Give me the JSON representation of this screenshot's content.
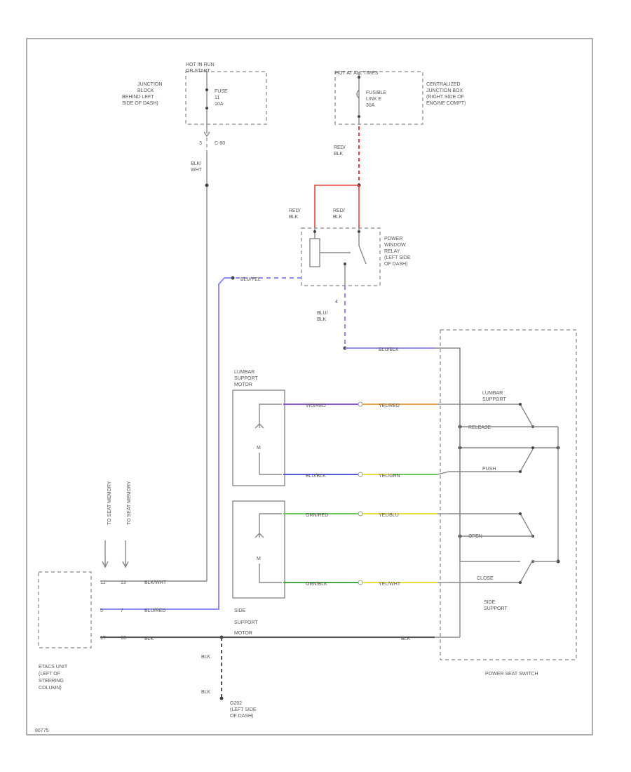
{
  "labels": {
    "hot_in_run": "HOT IN RUN",
    "hot_in_run_2": "OR START",
    "junction_block_1": "JUNCTION",
    "junction_block_2": "BLOCK",
    "junction_block_3": "BEHIND LEFT",
    "junction_block_4": "SIDE OF DASH)",
    "fuse_1": "FUSE",
    "fuse_2": "11",
    "fuse_3": "10A",
    "c_label": "C-80",
    "pin_3": "3",
    "blk_wht_1": "BLK/",
    "blk_wht_2": "WHT",
    "hot_at_all_times": "HOT AT ALL TIMES",
    "fusible_1": "FUSIBLE",
    "fusible_2": "LINK E",
    "fusible_3": "30A",
    "central_jb_1": "CENTRALIZED",
    "central_jb_2": "JUNCTION BOX",
    "central_jb_3": "(RIGHT SIDE OF",
    "central_jb_4": "ENGINE COMPT)",
    "red_blk_top_1": "RED/",
    "red_blk_top_2": "BLK",
    "red_blk_l_1": "RED/",
    "red_blk_l_2": "BLK",
    "red_blk_r_1": "RED/",
    "red_blk_r_2": "BLK",
    "relay_1": "POWER",
    "relay_2": "WINDOW",
    "relay_3": "RELAY",
    "relay_4": "(LEFT SIDE",
    "relay_5": "OF DASH)",
    "blu_yel": "BLU/YEL",
    "relay_pin": "4",
    "blu_blk_1": "BLU/",
    "blu_blk_2": "BLK",
    "blu_blk_3": "BLU/BLK",
    "lumbar_motor_1": "LUMBAR",
    "lumbar_motor_2": "SUPPORT",
    "lumbar_motor_3": "MOTOR",
    "m": "M",
    "m2": "M",
    "vio_red": "VIO/RED",
    "yel_red": "YEL/RED",
    "blu_blk_w": "BLU/BLK",
    "yel_grn": "YEL/GRN",
    "grn_red": "GRN/RED",
    "yel_blu": "YEL/BLU",
    "grn_blk": "GRN/BLK",
    "yel_wht": "YEL/WHT",
    "lumbar_switch_1": "LUMBAR",
    "lumbar_switch_2": "SUPPORT",
    "release": "RELEASE",
    "push": "PUSH",
    "open": "OPEN",
    "close": "CLOSE",
    "side_support_1": "SIDE",
    "side_support_2": "SUPPORT",
    "side_motor_1": "SIDE",
    "side_motor_2": "SUPPORT",
    "side_motor_3": "MOTOR",
    "power_seat_switch": "POWER SEAT SWITCH",
    "to_memory_1": "TO SEAT MEMORY",
    "to_memory_2": "TO SEAT MEMORY",
    "blk_wht_b": "BLK/WHT",
    "blu_red": "BLU/RED",
    "blk": "BLK",
    "blk_r": "BLK",
    "pin_12": "12",
    "pin_13": "13",
    "pin_5": "5",
    "pin_7": "7",
    "pin_17": "17",
    "pin_18": "18",
    "etacs_1": "ETACS UNIT",
    "etacs_2": "(LEFT OF",
    "etacs_3": "STEERING",
    "etacs_4": "COLUMN)",
    "blk_v1": "BLK",
    "blk_v2": "BLK",
    "ground_1": "G202",
    "ground_2": "(LEFT SIDE",
    "ground_3": "OF DASH)",
    "fig_id": "80775"
  },
  "colors": {
    "red": "#e8403c",
    "blue": "#8c8cf2",
    "violet": "#8855cc",
    "orange": "#f0a040",
    "yellow": "#e8e040",
    "green": "#66cc55",
    "dark_green": "#44aa44",
    "navy": "#5555dd",
    "wire": "#888888",
    "ground": "#555555"
  }
}
